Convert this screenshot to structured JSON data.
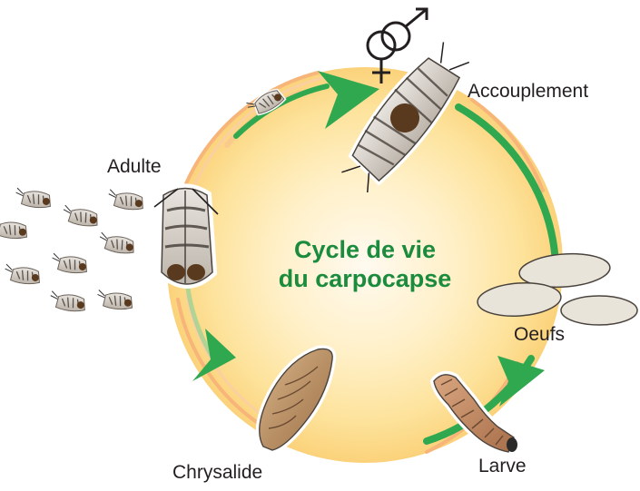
{
  "title": {
    "line1": "Cycle de vie",
    "line2": "du carpocapse",
    "color": "#1b8b3d"
  },
  "stages": {
    "mating": "Accouplement",
    "eggs": "Oeufs",
    "larva": "Larve",
    "pupa": "Chrysalide",
    "adult": "Adulte"
  },
  "colors": {
    "arrow_green": "#2fa84f",
    "ring_orange": "#f7b57a",
    "center_glow": "#fde29a",
    "text": "#231f20"
  },
  "icons": [
    "female-symbol-icon",
    "male-symbol-icon",
    "cycle-arrow-icon"
  ]
}
